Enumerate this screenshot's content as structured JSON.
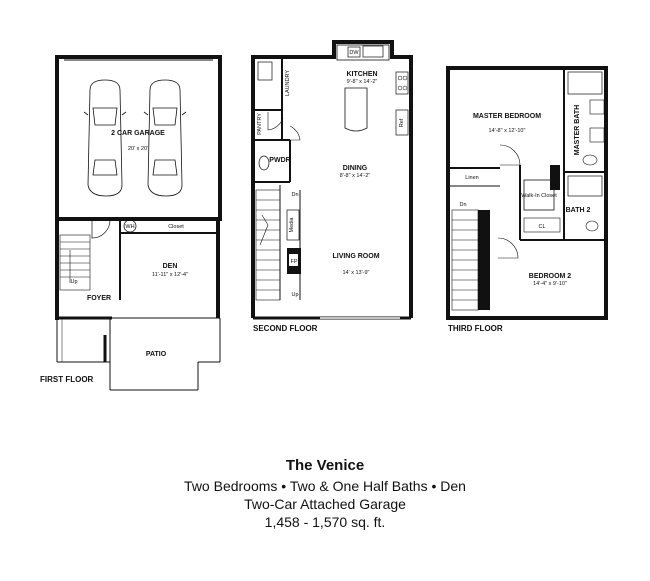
{
  "first_floor": {
    "floor_label": "FIRST FLOOR",
    "garage": {
      "name": "2 CAR GARAGE",
      "dims": "20' x 20'"
    },
    "wh": "WH",
    "closet": "Closet",
    "den": {
      "name": "DEN",
      "dims": "11'-11\" x 12'-4\""
    },
    "foyer": "FOYER",
    "up": "Up",
    "patio": "PATIO"
  },
  "second_floor": {
    "floor_label": "SECOND FLOOR",
    "kitchen": {
      "name": "KITCHEN",
      "dims": "9'-8\" x 14'-2\""
    },
    "dw": "DW",
    "laundry": "LAUNDRY",
    "pantry": "PANTRY",
    "ref": "Ref",
    "pwdr": "PWDR",
    "dining": {
      "name": "DINING",
      "dims": "8'-8\" x 14'-2\""
    },
    "dn": "Dn",
    "media": "Media",
    "fp": "FP",
    "up": "Up",
    "living": {
      "name": "LIVING ROOM",
      "dims": "14' x 13'-9\""
    }
  },
  "third_floor": {
    "floor_label": "THIRD FLOOR",
    "master_bedroom": {
      "name": "MASTER BEDROOM",
      "dims": "14'-8\" x 12'-10\""
    },
    "master_bath": "MASTER BATH",
    "linen": "Linen",
    "walk_in_closet": "Walk-In Closet",
    "dn": "Dn",
    "bath2": "BATH 2",
    "cl": "CL",
    "bedroom2": {
      "name": "BEDROOM 2",
      "dims": "14'-4\" x 9'-10\""
    }
  },
  "caption": {
    "title": "The Venice",
    "line1": "Two Bedrooms • Two & One Half Baths • Den",
    "line2": "Two-Car Attached Garage",
    "line3": "1,458 - 1,570 sq. ft."
  }
}
